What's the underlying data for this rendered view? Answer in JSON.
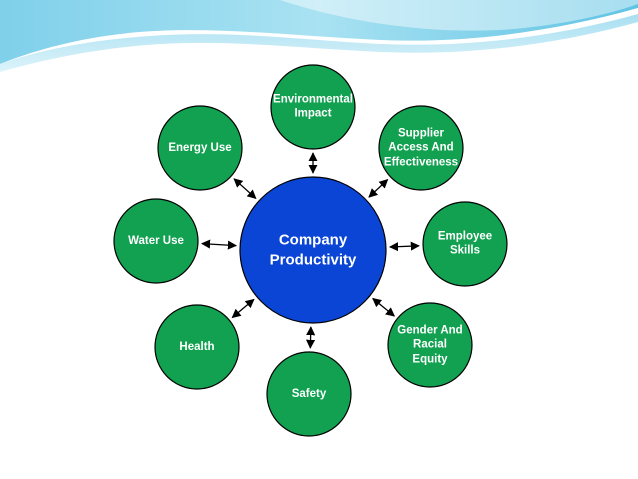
{
  "theme": {
    "hub_color": "#0b45d6",
    "node_color": "#11a150",
    "outline_color": "#000000",
    "arrow_color": "#000000"
  },
  "hub": {
    "lines": [
      "Company",
      "Productivity"
    ]
  },
  "nodes": [
    {
      "id": "environmental-impact",
      "lines": [
        "Environmental",
        "Impact"
      ]
    },
    {
      "id": "supplier-access",
      "lines": [
        "Supplier",
        "Access And",
        "Effectiveness"
      ]
    },
    {
      "id": "employee-skills",
      "lines": [
        "Employee",
        "Skills"
      ]
    },
    {
      "id": "gender-racial-equity",
      "lines": [
        "Gender And",
        "Racial",
        "Equity"
      ]
    },
    {
      "id": "safety",
      "lines": [
        "Safety"
      ]
    },
    {
      "id": "health",
      "lines": [
        "Health"
      ]
    },
    {
      "id": "water-use",
      "lines": [
        "Water Use"
      ]
    },
    {
      "id": "energy-use",
      "lines": [
        "Energy Use"
      ]
    }
  ]
}
